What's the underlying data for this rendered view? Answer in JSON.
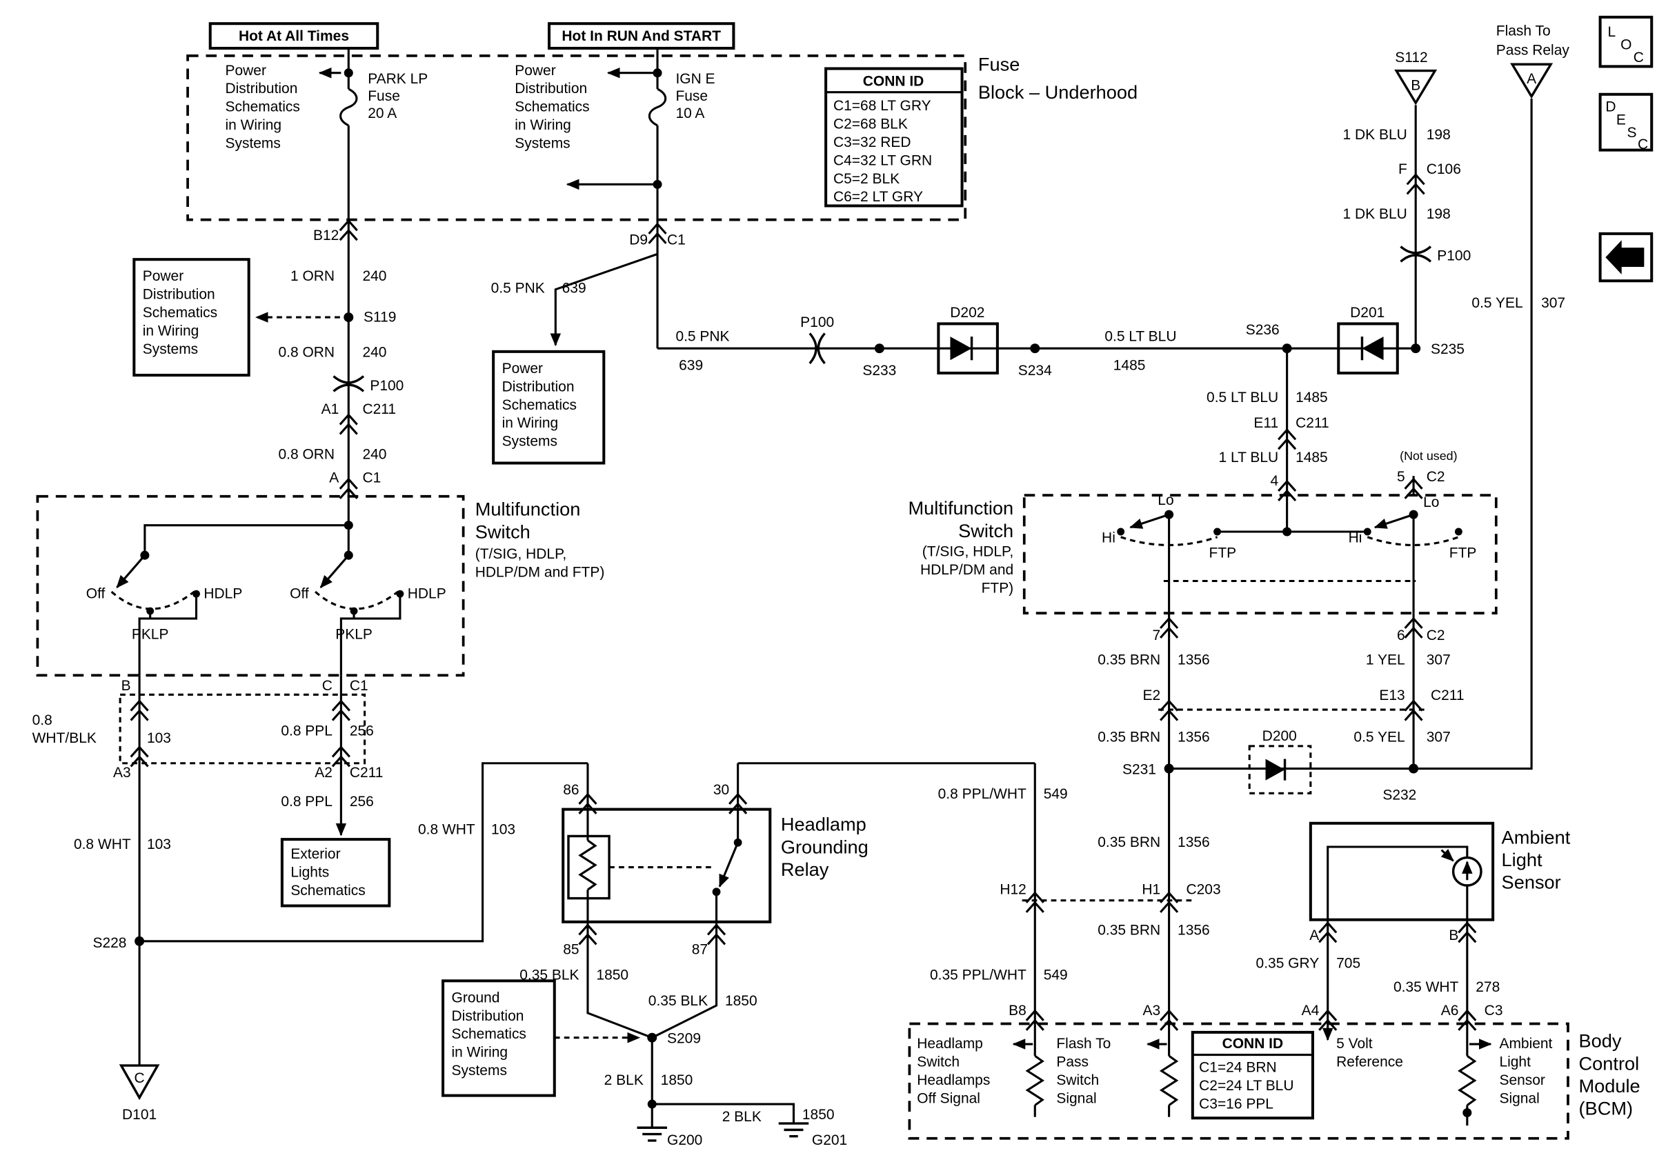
{
  "corner": {
    "loc": [
      "L",
      "O",
      "C"
    ],
    "desc": [
      "D",
      "E",
      "S",
      "C"
    ]
  },
  "banners": {
    "hot_all": "Hot At All Times",
    "hot_run": "Hot In RUN And START"
  },
  "fuse_block": {
    "title": [
      "Fuse",
      "Block – Underhood"
    ],
    "park": [
      "PARK LP",
      "Fuse",
      "20 A"
    ],
    "ign": [
      "IGN E",
      "Fuse",
      "10 A"
    ],
    "conn_id": {
      "title": "CONN ID",
      "rows": [
        "C1=68 LT GRY",
        "C2=68 BLK",
        "C3=32 RED",
        "C4=32 LT GRN",
        "C5=2 BLK",
        "C6=2 LT GRY"
      ]
    }
  },
  "ref_boxes": {
    "power_dist": [
      "Power",
      "Distribution",
      "Schematics",
      "in Wiring",
      "Systems"
    ],
    "ground_dist": [
      "Ground",
      "Distribution",
      "Schematics",
      "in Wiring",
      "Systems"
    ],
    "exterior": [
      "Exterior",
      "Lights",
      "Schematics"
    ]
  },
  "mf_left": {
    "title": [
      "Multifunction",
      "Switch"
    ],
    "sub": [
      "(T/SIG, HDLP,",
      "HDLP/DM and FTP)"
    ],
    "off": "Off",
    "hdlp": "HDLP",
    "pklp": "PKLP"
  },
  "mf_right": {
    "title": [
      "Multifunction",
      "Switch"
    ],
    "sub": [
      "(T/SIG, HDLP,",
      "HDLP/DM and",
      "FTP)"
    ],
    "hi": "Hi",
    "lo": "Lo",
    "ftp": "FTP"
  },
  "relay": {
    "title": [
      "Headlamp",
      "Grounding",
      "Relay"
    ],
    "p86": "86",
    "p30": "30",
    "p85": "85",
    "p87": "87"
  },
  "ambient": {
    "title": [
      "Ambient",
      "Light",
      "Sensor"
    ],
    "a": "A",
    "b": "B"
  },
  "bcm": {
    "title": [
      "Body",
      "Control",
      "Module",
      "(BCM)"
    ],
    "sig_headlamp": [
      "Headlamp",
      "Switch",
      "Headlamps",
      "Off Signal"
    ],
    "sig_flash": [
      "Flash To",
      "Pass",
      "Switch",
      "Signal"
    ],
    "sig_5v": [
      "5 Volt",
      "Reference"
    ],
    "sig_ambient": [
      "Ambient",
      "Light",
      "Sensor",
      "Signal"
    ],
    "conn_id": {
      "title": "CONN ID",
      "rows": [
        "C1=24 BRN",
        "C2=24 LT BLU",
        "C3=16 PPL"
      ]
    },
    "b8": "B8",
    "a3": "A3",
    "a4": "A4",
    "a6": "A6",
    "c3": "C3"
  },
  "flash_relay": {
    "label": [
      "Flash To",
      "Pass Relay"
    ],
    "letter": "A"
  },
  "s112": {
    "label": "S112",
    "letter": "B"
  },
  "d101": {
    "label": "D101",
    "letter": "C"
  },
  "splices": {
    "s119": "S119",
    "s209": "S209",
    "s228": "S228",
    "s231": "S231",
    "s232": "S232",
    "s233": "S233",
    "s234": "S234",
    "s235": "S235",
    "s236": "S236"
  },
  "grounds": {
    "g200": "G200",
    "g201": "G201"
  },
  "diodes": {
    "d200": "D200",
    "d201": "D201",
    "d202": "D202"
  },
  "conns": {
    "p100": "P100",
    "c106": "C106",
    "c211": "C211",
    "c203": "C203",
    "c1": "C1",
    "c2": "C2"
  },
  "terms": {
    "b12": "B12",
    "a1": "A1",
    "a": "A",
    "b": "B",
    "c": "C",
    "a2": "A2",
    "a3": "A3",
    "d9": "D9",
    "e2": "E2",
    "e11": "E11",
    "e13": "E13",
    "f": "F",
    "h1": "H1",
    "h12": "H12",
    "n4": "4",
    "n5": "5",
    "n6": "6",
    "n7": "7",
    "not_used": "(Not used)"
  },
  "wires": {
    "orn1": {
      "g": "1 ORN",
      "c": "240"
    },
    "orn08": {
      "g": "0.8 ORN",
      "c": "240"
    },
    "pnk": {
      "g": "0.5 PNK",
      "c": "639"
    },
    "dkblu": {
      "g": "1 DK BLU",
      "c": "198"
    },
    "ltblu05": {
      "g": "0.5 LT BLU",
      "c": "1485"
    },
    "ltblu1": {
      "g": "1 LT BLU",
      "c": "1485"
    },
    "yel05": {
      "g": "0.5 YEL",
      "c": "307"
    },
    "yel1": {
      "g": "1 YEL",
      "c": "307"
    },
    "brn": {
      "g": "0.35 BRN",
      "c": "1356"
    },
    "whtblk": {
      "l1": "0.8",
      "l2": "WHT/BLK",
      "c": "103"
    },
    "ppl": {
      "g": "0.8 PPL",
      "c": "256"
    },
    "wht08": {
      "g": "0.8 WHT",
      "c": "103"
    },
    "pplwht08": {
      "g": "0.8 PPL/WHT",
      "c": "549"
    },
    "pplwht035": {
      "g": "0.35 PPL/WHT",
      "c": "549"
    },
    "blk035": {
      "g": "0.35 BLK",
      "c": "1850"
    },
    "blk2": {
      "g": "2 BLK",
      "c": "1850"
    },
    "gry": {
      "g": "0.35 GRY",
      "c": "705"
    },
    "wht035": {
      "g": "0.35 WHT",
      "c": "278"
    }
  }
}
